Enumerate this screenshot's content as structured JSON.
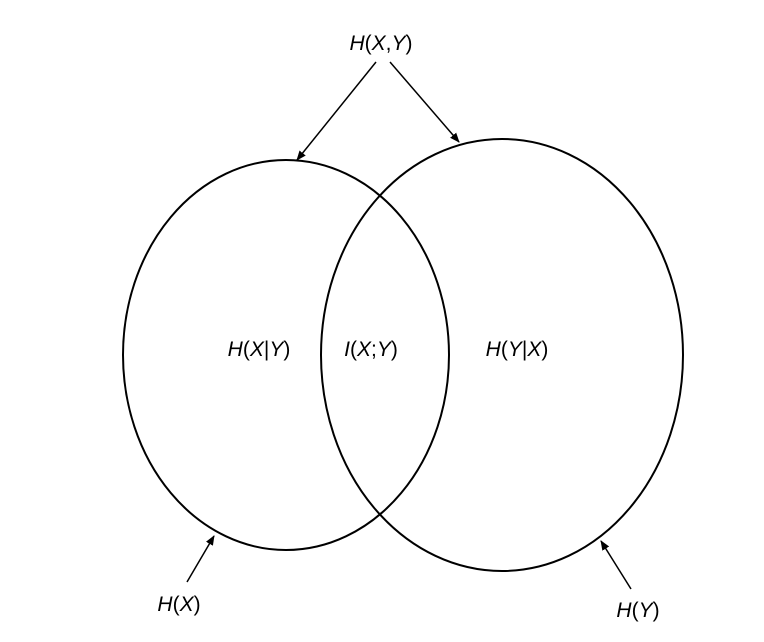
{
  "diagram": {
    "labels": {
      "joint_entropy": [
        "H",
        "(",
        "X",
        ",",
        "Y",
        ")"
      ],
      "conditional_x_given_y": [
        "H",
        "(",
        "X",
        "|",
        "Y",
        ")"
      ],
      "mutual_information": [
        "I",
        "(",
        "X",
        ";",
        "Y",
        ")"
      ],
      "conditional_y_given_x": [
        "H",
        "(",
        "Y",
        "|",
        "X",
        ")"
      ],
      "entropy_x": [
        "H",
        "(",
        "X",
        ")"
      ],
      "entropy_y": [
        "H",
        "(",
        "Y",
        ")"
      ]
    },
    "colors": {
      "stroke": "#000000",
      "background": "#ffffff"
    }
  }
}
